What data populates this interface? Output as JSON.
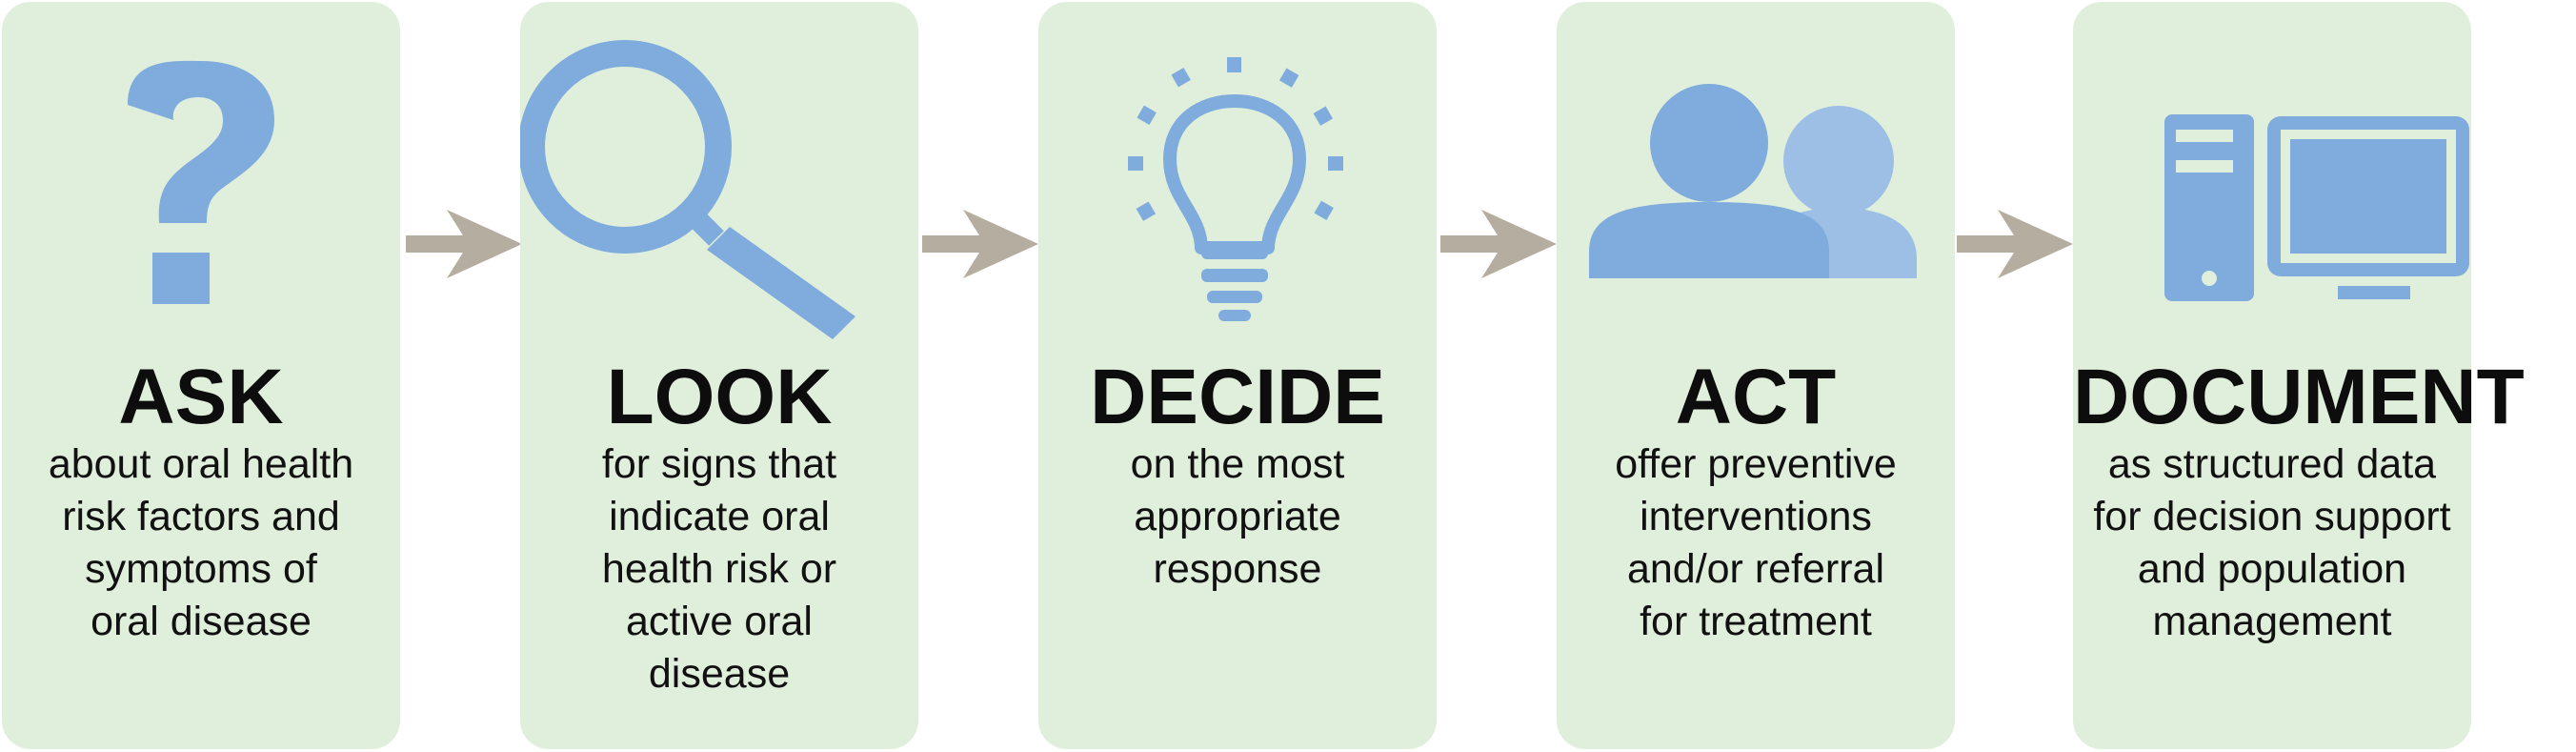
{
  "colors": {
    "card_bg": "#e0efdb",
    "icon_primary": "#7fabdd",
    "icon_secondary": "#9dbfe6",
    "arrow": "#b6ada1",
    "text": "#111111"
  },
  "steps": [
    {
      "icon": "question-mark-icon",
      "title": "ASK",
      "description_lines": [
        "about oral health",
        "risk factors and",
        "symptoms of",
        "oral disease"
      ]
    },
    {
      "icon": "magnifying-glass-icon",
      "title": "LOOK",
      "description_lines": [
        "for signs that",
        "indicate oral",
        "health risk or",
        "active oral",
        "disease"
      ]
    },
    {
      "icon": "lightbulb-icon",
      "title": "DECIDE",
      "description_lines": [
        "on the most",
        "appropriate",
        "response"
      ]
    },
    {
      "icon": "people-icon",
      "title": "ACT",
      "description_lines": [
        "offer preventive",
        "interventions",
        "and/or referral",
        "for treatment"
      ]
    },
    {
      "icon": "computer-icon",
      "title": "DOCUMENT",
      "description_lines": [
        "as structured data",
        "for decision support",
        "and population",
        "management"
      ]
    }
  ]
}
